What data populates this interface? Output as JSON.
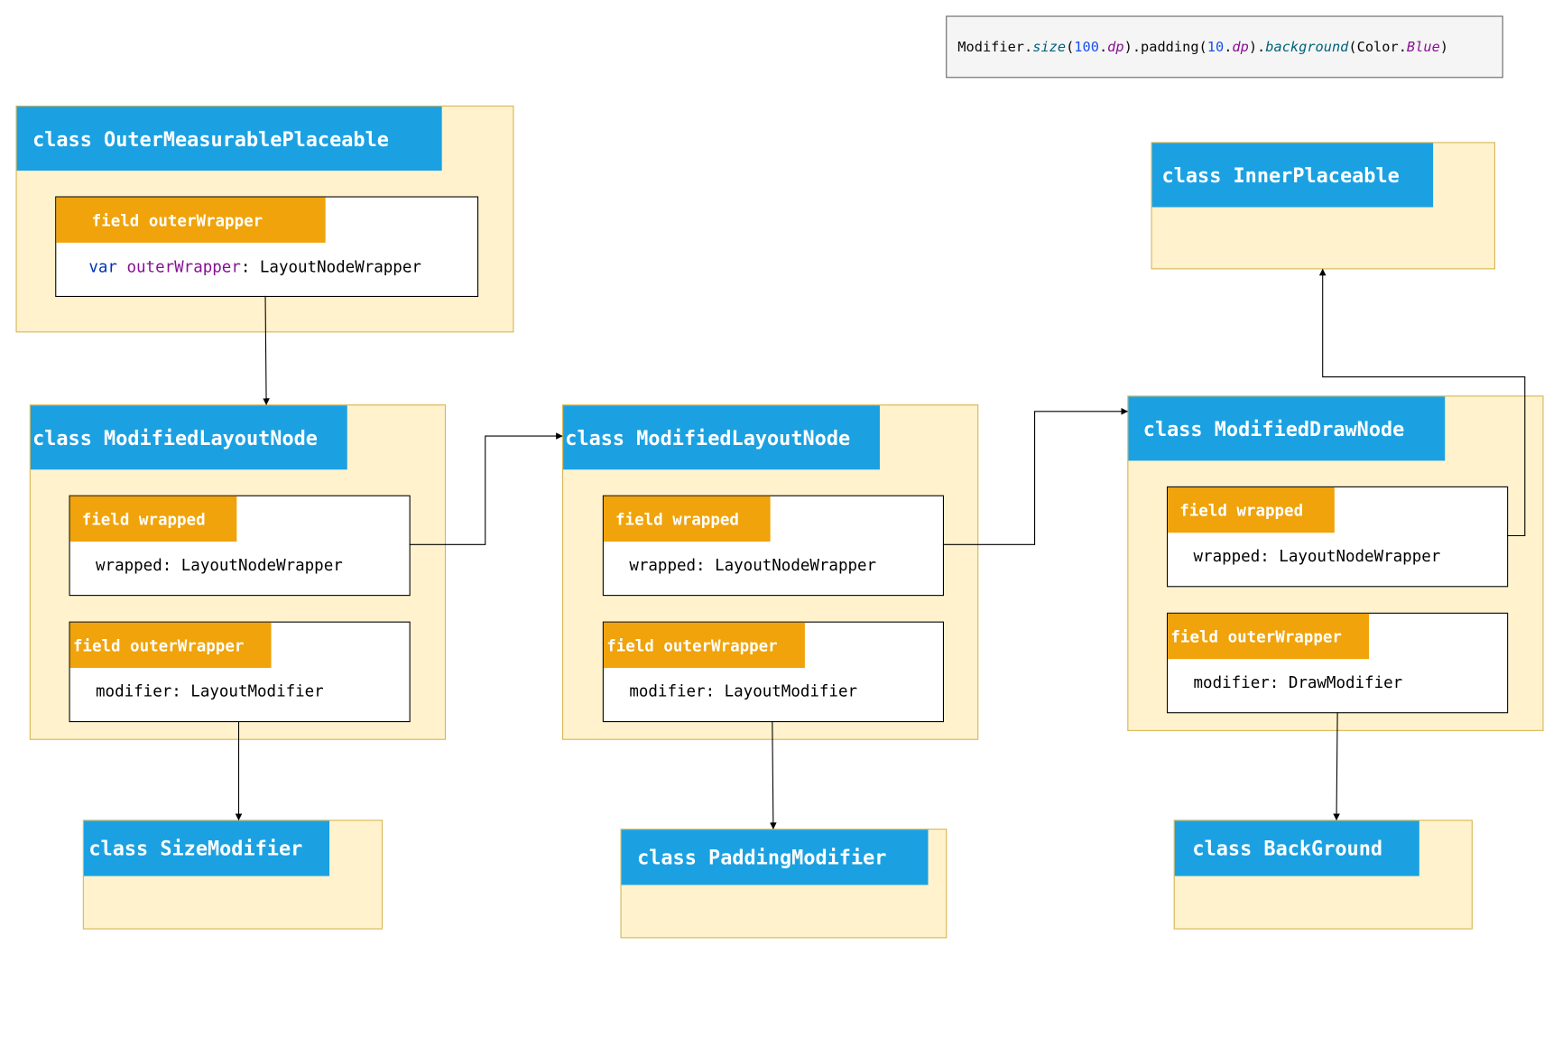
{
  "code_snippet": {
    "receiver": "Modifier",
    "fn1": "size",
    "arg1": "100",
    "unit1": "dp",
    "fn2": "padding",
    "arg2": "10",
    "unit2": "dp",
    "fn3": "background",
    "arg3_receiver": "Color",
    "arg3_prop": "Blue"
  },
  "outer": {
    "title": "class OuterMeasurablePlaceable",
    "field_tag": "field outerWrapper",
    "kw": "var",
    "prop": "outerWrapper",
    "type": ": LayoutNodeWrapper"
  },
  "inner": {
    "title": "class InnerPlaceable"
  },
  "layout_nodes": [
    {
      "title": "class ModifiedLayoutNode",
      "tag_wrapped": "field wrapped",
      "wrapped_line": "wrapped: LayoutNodeWrapper",
      "tag_outer": "field outerWrapper",
      "modifier_line": "modifier: LayoutModifier"
    },
    {
      "title": "class ModifiedLayoutNode",
      "tag_wrapped": "field wrapped",
      "wrapped_line": "wrapped: LayoutNodeWrapper",
      "tag_outer": "field outerWrapper",
      "modifier_line": "modifier: LayoutModifier"
    }
  ],
  "draw_node": {
    "title": "class ModifiedDrawNode",
    "tag_wrapped": "field wrapped",
    "wrapped_line": "wrapped: LayoutNodeWrapper",
    "tag_outer": "field outerWrapper",
    "modifier_line": "modifier: DrawModifier"
  },
  "modifiers": {
    "size": "class SizeModifier",
    "padding": "class PaddingModifier",
    "background": "class BackGround"
  },
  "colors": {
    "class_header": "#1ba1e2",
    "field_tag": "#f0a30a",
    "class_body": "#fff2cc",
    "class_border": "#d6b656"
  }
}
